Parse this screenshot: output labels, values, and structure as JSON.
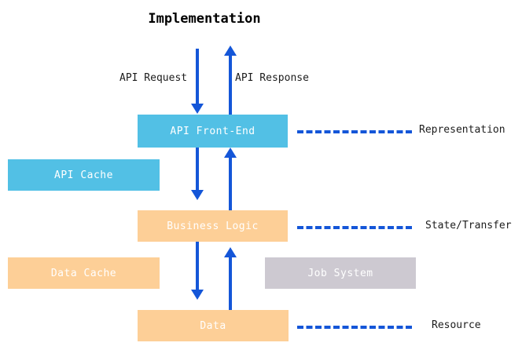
{
  "diagram": {
    "title": "Implementation",
    "background_color": "#ffffff",
    "colors": {
      "blue_box": "#52c0e5",
      "orange_box": "#fdcf97",
      "gray_box": "#cdc9d1",
      "arrow": "#1456d8",
      "box_text": "#ffffff",
      "label_text": "#1c1c1c"
    },
    "boxes": [
      {
        "id": "api-front-end",
        "label": "API Front-End",
        "color": "blue"
      },
      {
        "id": "api-cache",
        "label": "API Cache",
        "color": "blue"
      },
      {
        "id": "business-logic",
        "label": "Business Logic",
        "color": "orange"
      },
      {
        "id": "data-cache",
        "label": "Data Cache",
        "color": "orange"
      },
      {
        "id": "job-system",
        "label": "Job System",
        "color": "gray"
      },
      {
        "id": "data",
        "label": "Data",
        "color": "orange"
      }
    ],
    "flow_labels": {
      "request": "API Request",
      "response": "API Response"
    },
    "side_labels": {
      "representation": "Representation",
      "state_transfer": "State/Transfer",
      "resource": "Resource"
    }
  }
}
